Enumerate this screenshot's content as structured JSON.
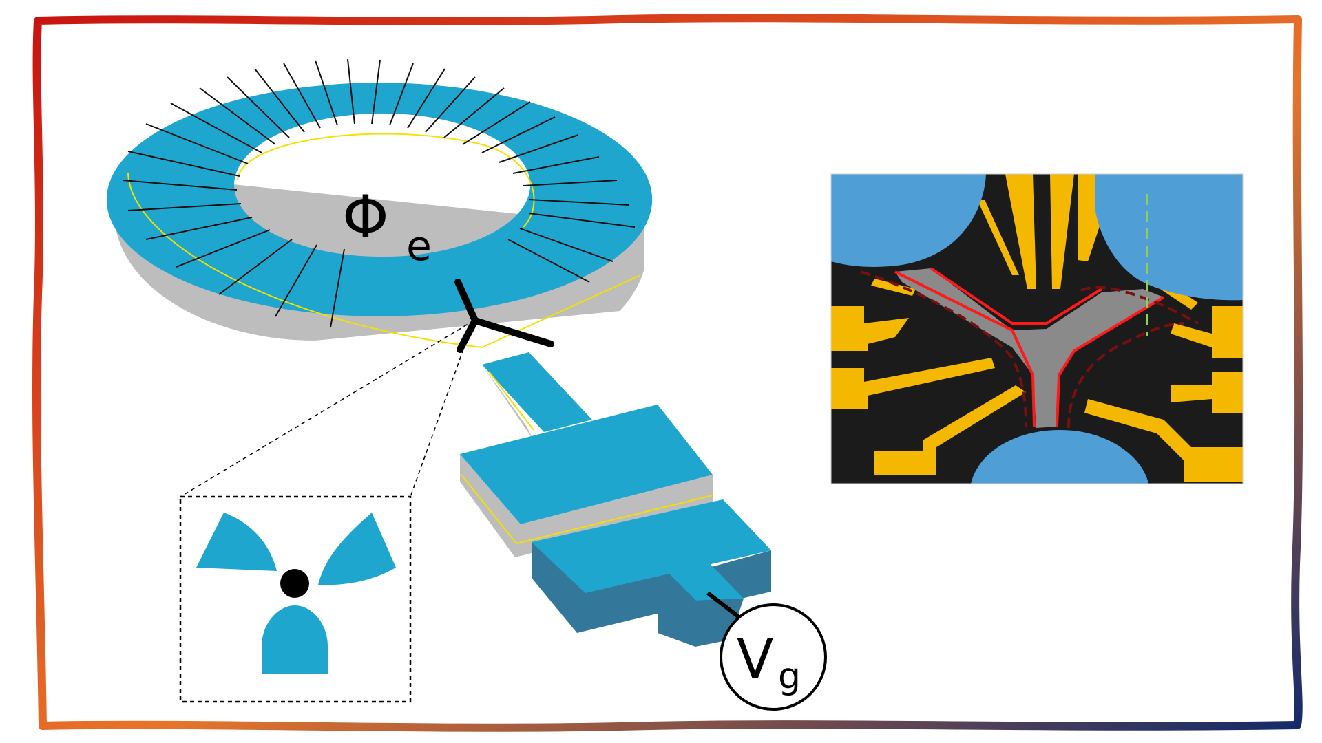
{
  "labels": {
    "flux": "Φ",
    "flux_sub": "e",
    "gate": "V",
    "gate_sub": "g"
  },
  "colors": {
    "device_blue": "#1ea6cf",
    "device_blue_dark": "#33789b",
    "side_gray": "#bdbdbd",
    "gold": "#f5b800",
    "sem_background": "#1b1b1b",
    "sem_contact_blue": "#4f9ed6",
    "junction_outline_red": "#ff1a1a",
    "dashed_marker_green": "#8fd14f",
    "frame_gradient": [
      "#c81414",
      "#e8742a",
      "#142a6b"
    ]
  }
}
